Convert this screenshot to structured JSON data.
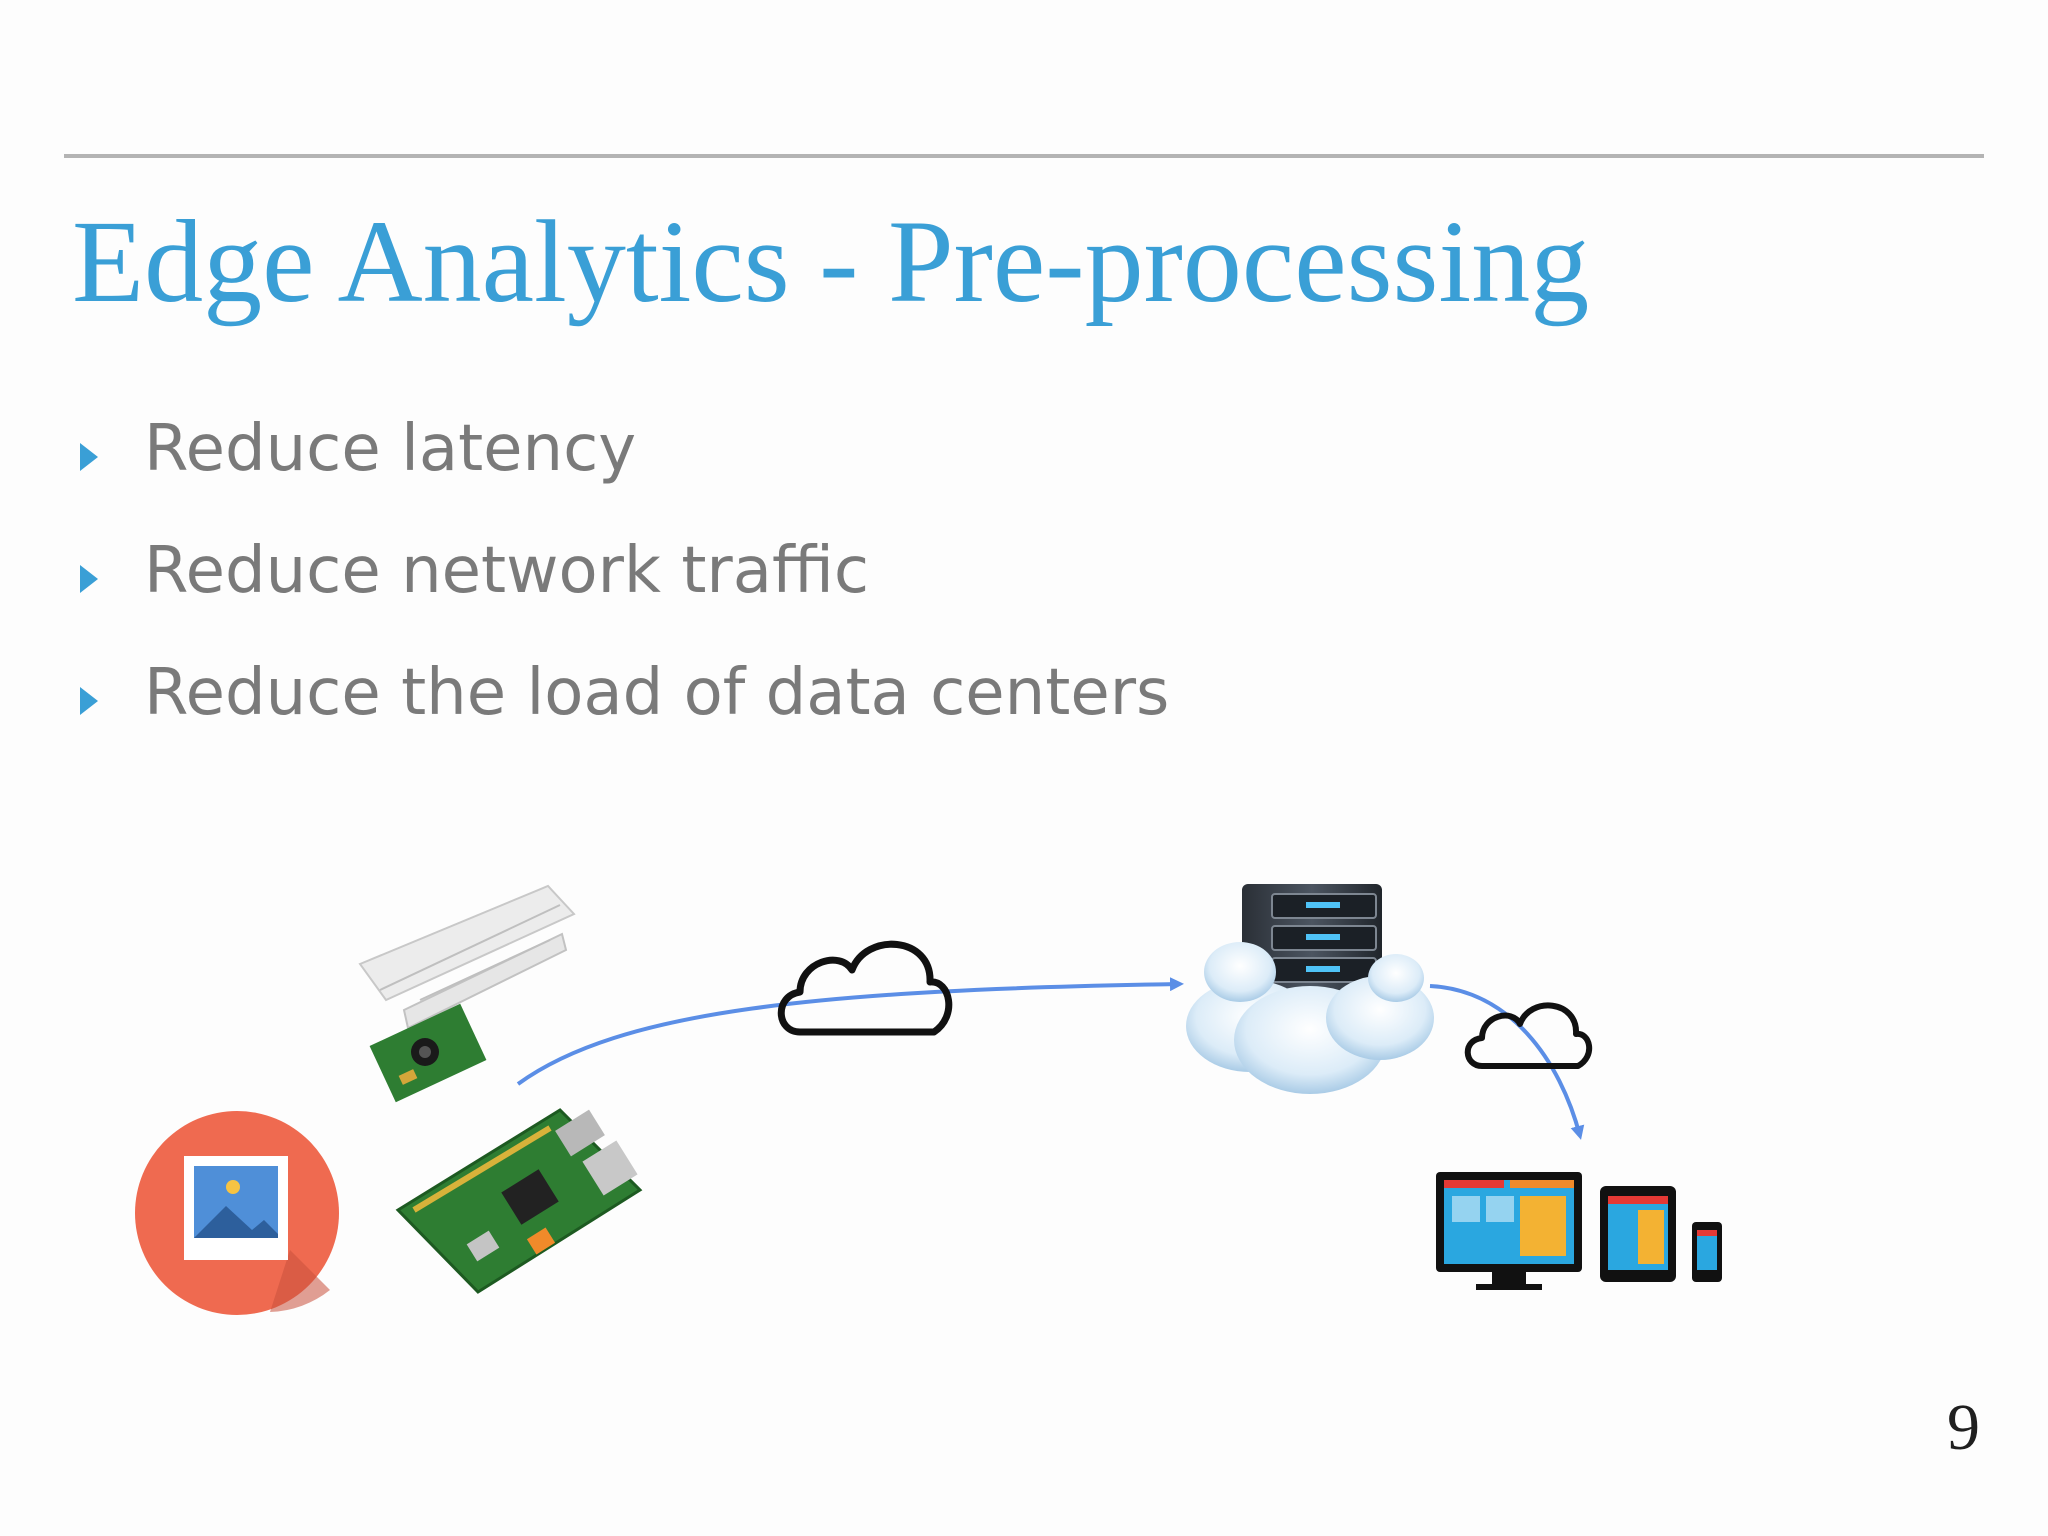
{
  "slide": {
    "title": "Edge Analytics - Pre-processing",
    "page_number": "9"
  },
  "bullets": [
    {
      "text": "Reduce latency"
    },
    {
      "text": "Reduce network traffic"
    },
    {
      "text": "Reduce the load of data centers"
    }
  ],
  "diagram": {
    "icons": [
      "image-icon",
      "camera-module-icon",
      "raspberry-pi-board-icon",
      "cloud-outline-icon",
      "cloud-server-icon",
      "display-devices-icon"
    ],
    "colors": {
      "title": "#3a9fd6",
      "bullet_text": "#7a7a7a",
      "arrow": "#5b8ee6",
      "image_circle": "#ef6a50",
      "pcb_green": "#2e7d32"
    }
  }
}
